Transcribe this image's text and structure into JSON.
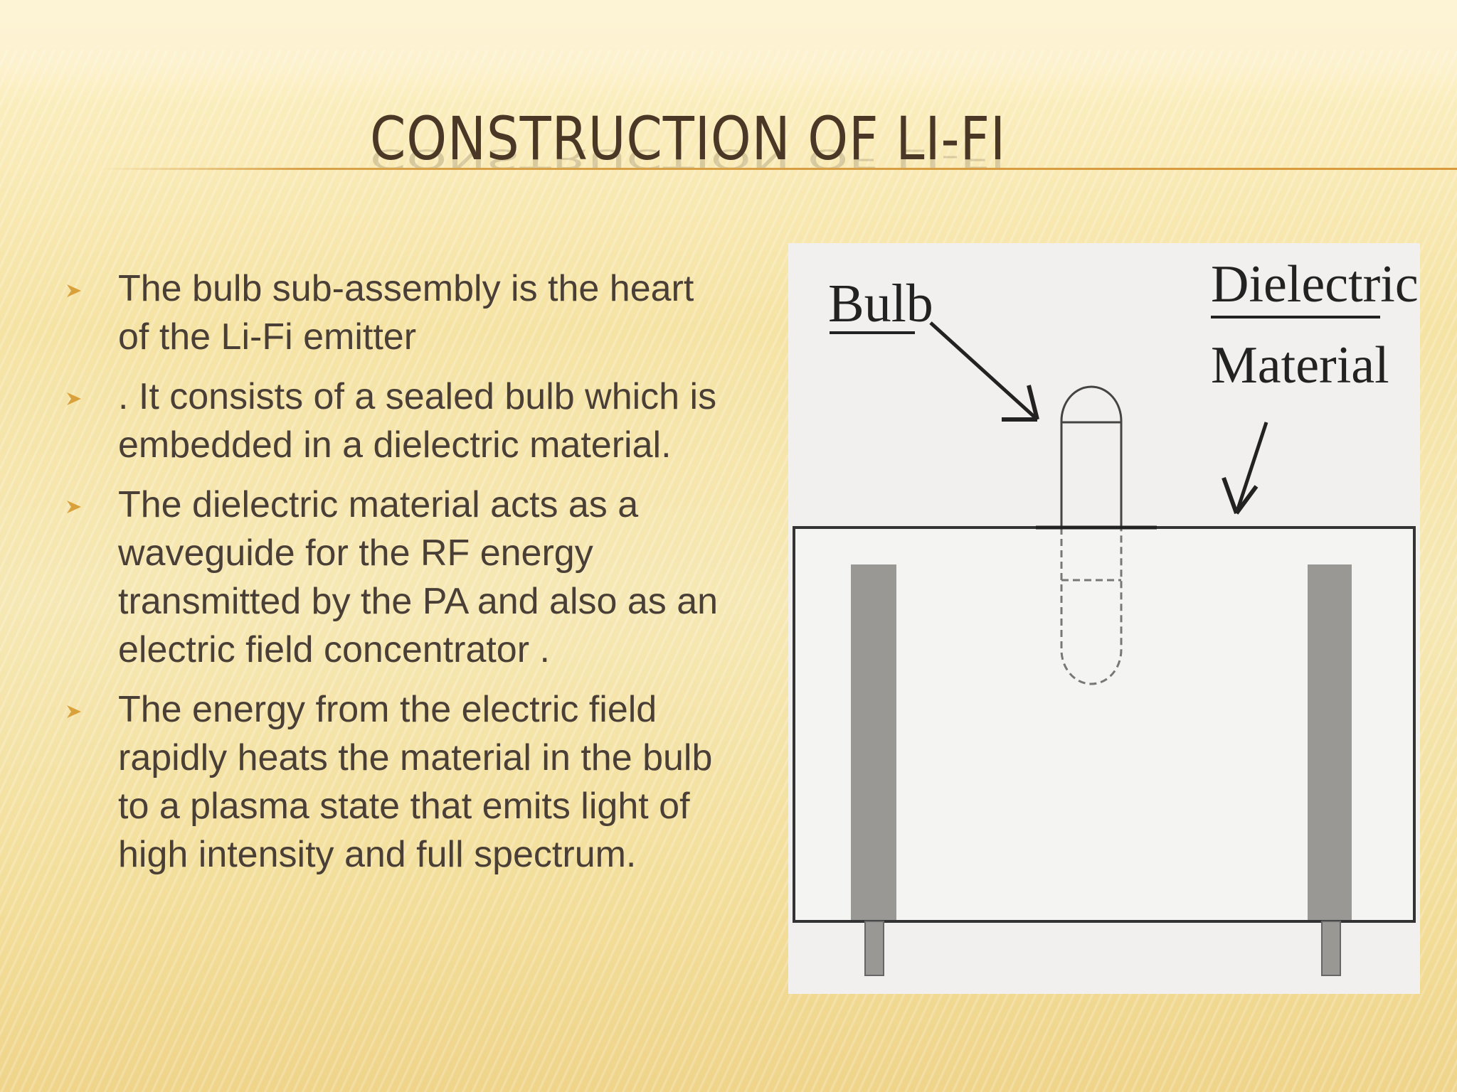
{
  "slide": {
    "title": "CONSTRUCTION OF LI-FI",
    "bullets": [
      "The bulb sub-assembly is the heart of the Li-Fi emitter",
      ". It consists of a sealed bulb which is embedded in a dielectric material.",
      "The dielectric material  acts as a waveguide for the RF energy transmitted by the PA and  also as an electric field concentrator .",
      " The energy from the electric field rapidly heats the material in the bulb to a plasma state that emits light of high intensity and full spectrum."
    ],
    "bullet_icon": "arrowhead-bullet-icon"
  },
  "figure": {
    "bulb_label": "Bulb",
    "dielectric_label_line1": "Dielectric",
    "dielectric_label_line2": "Material"
  },
  "colors": {
    "title": "#4a3726",
    "body_text": "#4a3f36",
    "bullet_accent": "#d9a13b",
    "rule": "#d89a3c"
  }
}
